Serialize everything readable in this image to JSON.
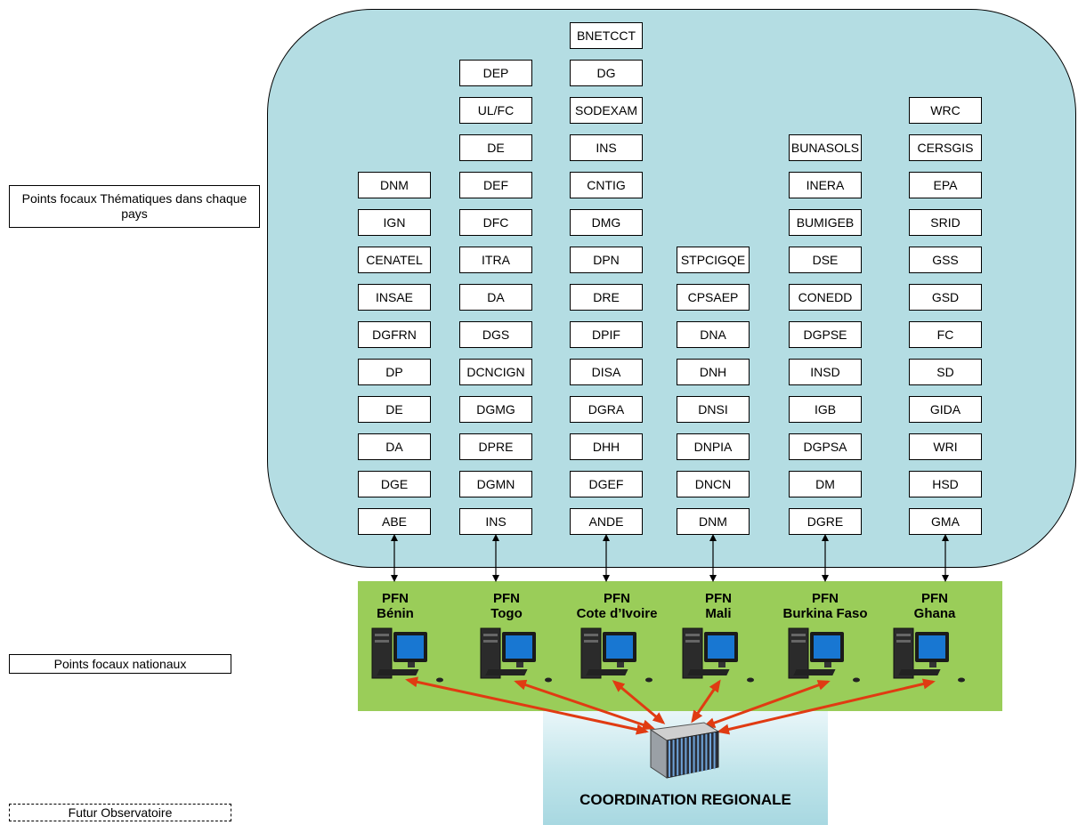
{
  "labels": {
    "thematic": "Points focaux Thématiques dans chaque pays",
    "national": "Points focaux nationaux",
    "future": "Futur Observatoire"
  },
  "coordination": "COORDINATION REGIONALE",
  "countries": [
    {
      "pfn": "PFN",
      "name": "Bénin",
      "items": [
        "ABE",
        "DGE",
        "DA",
        "DE",
        "DP",
        "DGFRN",
        "INSAE",
        "CENATEL",
        "IGN",
        "DNM"
      ]
    },
    {
      "pfn": "PFN",
      "name": "Togo",
      "items": [
        "INS",
        "DGMN",
        "DPRE",
        "DGMG",
        "DCNCIGN",
        "DGS",
        "DA",
        "ITRA",
        "DFC",
        "DEF",
        "DE",
        "UL/FC",
        "DEP"
      ]
    },
    {
      "pfn": "PFN",
      "name": "Cote d’Ivoire",
      "items": [
        "ANDE",
        "DGEF",
        "DHH",
        "DGRA",
        "DISA",
        "DPIF",
        "DRE",
        "DPN",
        "DMG",
        "CNTIG",
        "INS",
        "SODEXAM",
        "DG",
        "BNETCCT"
      ]
    },
    {
      "pfn": "PFN",
      "name": "Mali",
      "items": [
        "DNM",
        "DNCN",
        "DNPIA",
        "DNSI",
        "DNH",
        "DNA",
        "CPSAEP",
        "STPCIGQE"
      ]
    },
    {
      "pfn": "PFN",
      "name": "Burkina Faso",
      "items": [
        "DGRE",
        "DM",
        "DGPSA",
        "IGB",
        "INSD",
        "DGPSE",
        "CONEDD",
        "DSE",
        "BUMIGEB",
        "INERA",
        "BUNASOLS"
      ]
    },
    {
      "pfn": "PFN",
      "name": "Ghana",
      "items": [
        "GMA",
        "HSD",
        "WRI",
        "GIDA",
        "SD",
        "FC",
        "GSD",
        "GSS",
        "SRID",
        "EPA",
        "CERSGIS",
        "WRC"
      ]
    }
  ],
  "colors": {
    "cloud": "#b4dde3",
    "national": "#9acd59",
    "link": "#e03b12"
  },
  "icons": {
    "pfn_computer": "desktop-computer-icon",
    "coordination_server": "server-rack-icon"
  }
}
